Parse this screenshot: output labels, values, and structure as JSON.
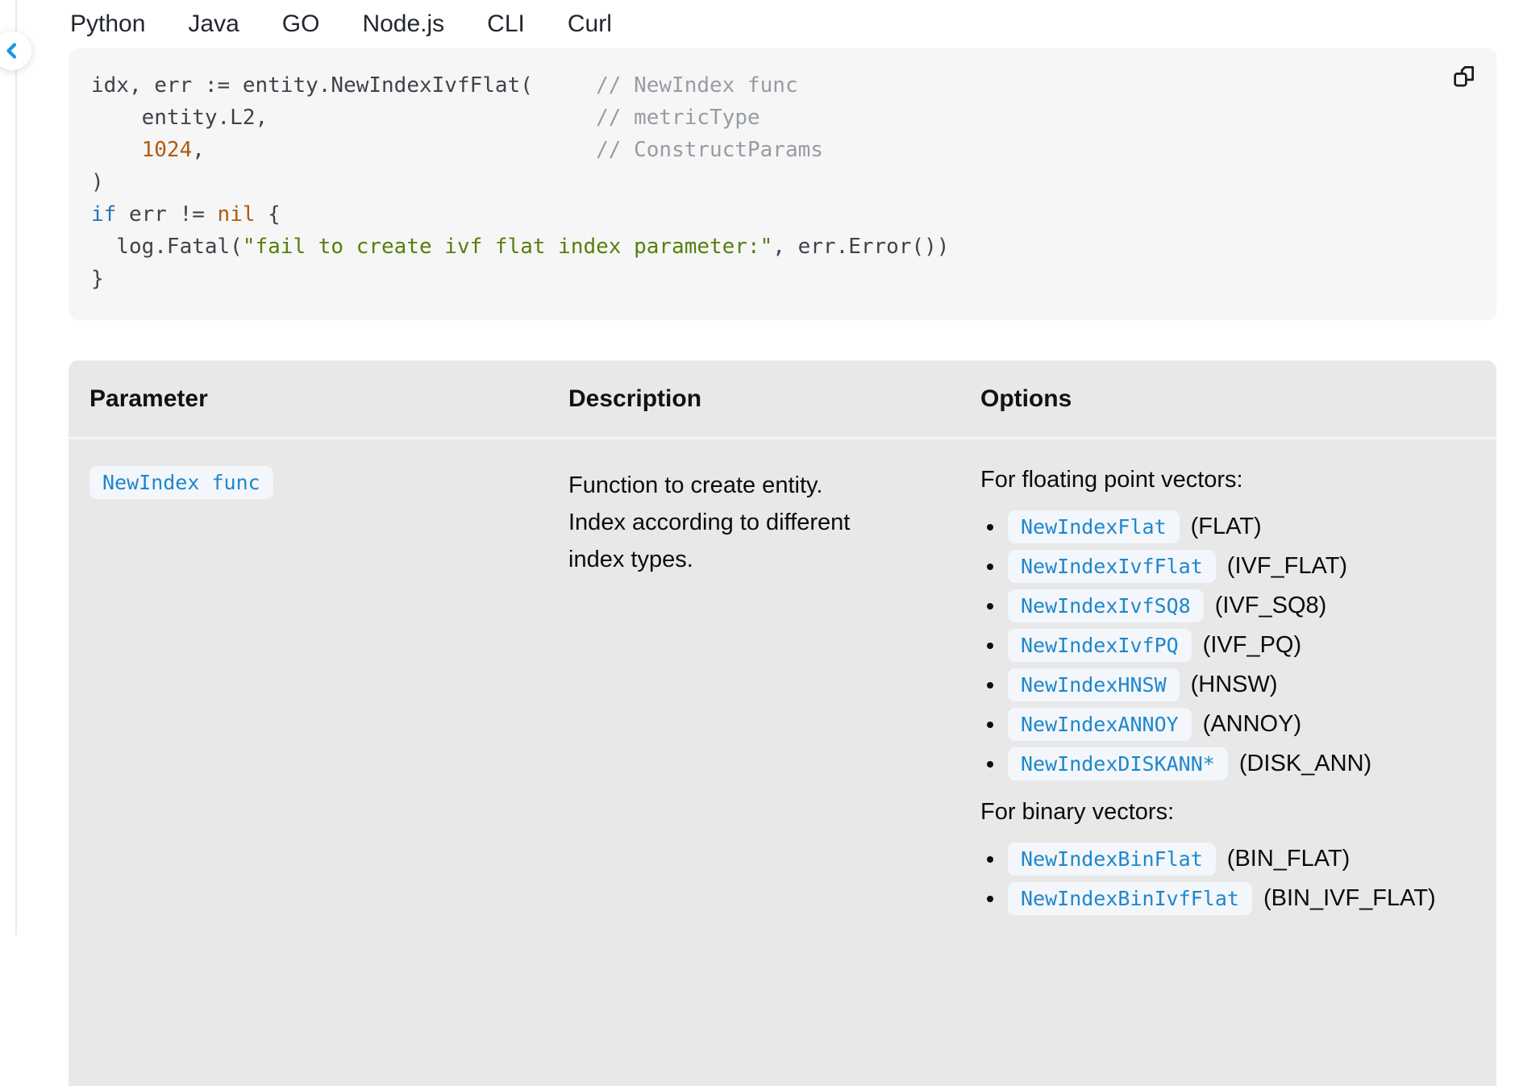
{
  "colors": {
    "accent": "#1797e0",
    "badge_text": "#1e87cd",
    "badge_bg": "#f3f6fa",
    "code_bg": "#f6f6f7",
    "table_bg": "#e8e8e8",
    "code_string": "#55800a",
    "code_keyword": "#2973b7",
    "code_number": "#b05a10",
    "code_comment": "#979ca3"
  },
  "icons": {
    "back": "chevron-left-icon",
    "copy": "copy-icon"
  },
  "tabs": {
    "items": [
      {
        "label": "Python",
        "active": false
      },
      {
        "label": "Java",
        "active": false
      },
      {
        "label": "GO",
        "active": true
      },
      {
        "label": "Node.js",
        "active": false
      },
      {
        "label": "CLI",
        "active": false
      },
      {
        "label": "Curl",
        "active": false
      }
    ]
  },
  "code_block": {
    "language": "go",
    "lines": [
      [
        {
          "c": "plain",
          "t": "idx, err := entity.NewIndexIvfFlat(     "
        },
        {
          "c": "comment",
          "t": "// NewIndex func"
        }
      ],
      [
        {
          "c": "plain",
          "t": "    entity.L2,                          "
        },
        {
          "c": "comment",
          "t": "// metricType"
        }
      ],
      [
        {
          "c": "plain",
          "t": "    "
        },
        {
          "c": "num",
          "t": "1024"
        },
        {
          "c": "plain",
          "t": ",                               "
        },
        {
          "c": "comment",
          "t": "// ConstructParams"
        }
      ],
      [
        {
          "c": "plain",
          "t": ")"
        }
      ],
      [
        {
          "c": "kw",
          "t": "if"
        },
        {
          "c": "plain",
          "t": " err != "
        },
        {
          "c": "num",
          "t": "nil"
        },
        {
          "c": "plain",
          "t": " {"
        }
      ],
      [
        {
          "c": "plain",
          "t": "  log.Fatal("
        },
        {
          "c": "str",
          "t": "\"fail to create ivf flat index parameter:\""
        },
        {
          "c": "plain",
          "t": ", err.Error())"
        }
      ],
      [
        {
          "c": "plain",
          "t": "}"
        }
      ]
    ]
  },
  "table": {
    "headers": [
      "Parameter",
      "Description",
      "Options"
    ],
    "row": {
      "parameter": "NewIndex func",
      "description": "Function to create entity. Index according to different index types.",
      "option_groups": [
        {
          "heading": "For floating point vectors:",
          "items": [
            {
              "code": "NewIndexFlat",
              "label": "(FLAT)"
            },
            {
              "code": "NewIndexIvfFlat",
              "label": "(IVF_FLAT)"
            },
            {
              "code": "NewIndexIvfSQ8",
              "label": "(IVF_SQ8)"
            },
            {
              "code": "NewIndexIvfPQ",
              "label": "(IVF_PQ)"
            },
            {
              "code": "NewIndexHNSW",
              "label": "(HNSW)"
            },
            {
              "code": "NewIndexANNOY",
              "label": "(ANNOY)"
            },
            {
              "code": "NewIndexDISKANN*",
              "label": "(DISK_ANN)"
            }
          ]
        },
        {
          "heading": "For binary vectors:",
          "items": [
            {
              "code": "NewIndexBinFlat",
              "label": "(BIN_FLAT)"
            },
            {
              "code": "NewIndexBinIvfFlat",
              "label": "(BIN_IVF_FLAT)"
            }
          ]
        }
      ]
    }
  }
}
